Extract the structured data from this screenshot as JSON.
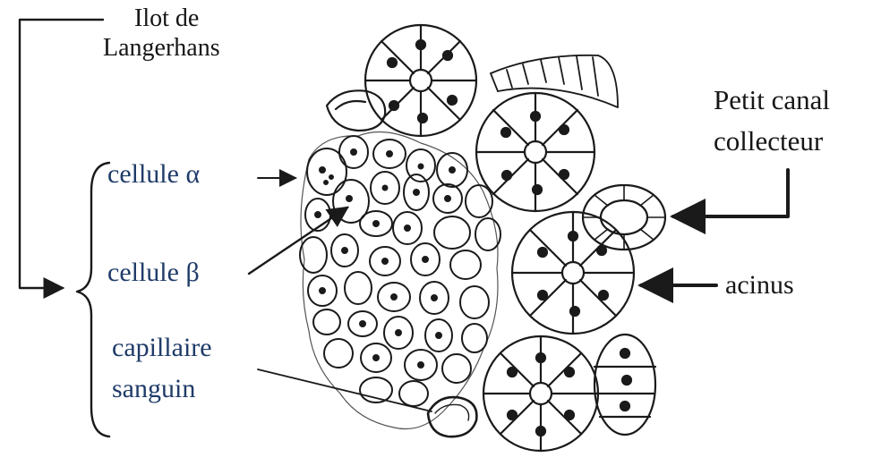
{
  "labels": {
    "ilot_line1": "Ilot de",
    "ilot_line2": "Langerhans",
    "cellule_alpha": "cellule α",
    "cellule_beta": "cellule β",
    "capillaire_line1": "capillaire",
    "capillaire_line2": "sanguin",
    "canal_line1": "Petit canal",
    "canal_line2": "collecteur",
    "acinus": "acinus"
  },
  "colors": {
    "label_text": "#1f3b68",
    "drawing_ink": "#1a1a1a",
    "background": "#ffffff"
  }
}
